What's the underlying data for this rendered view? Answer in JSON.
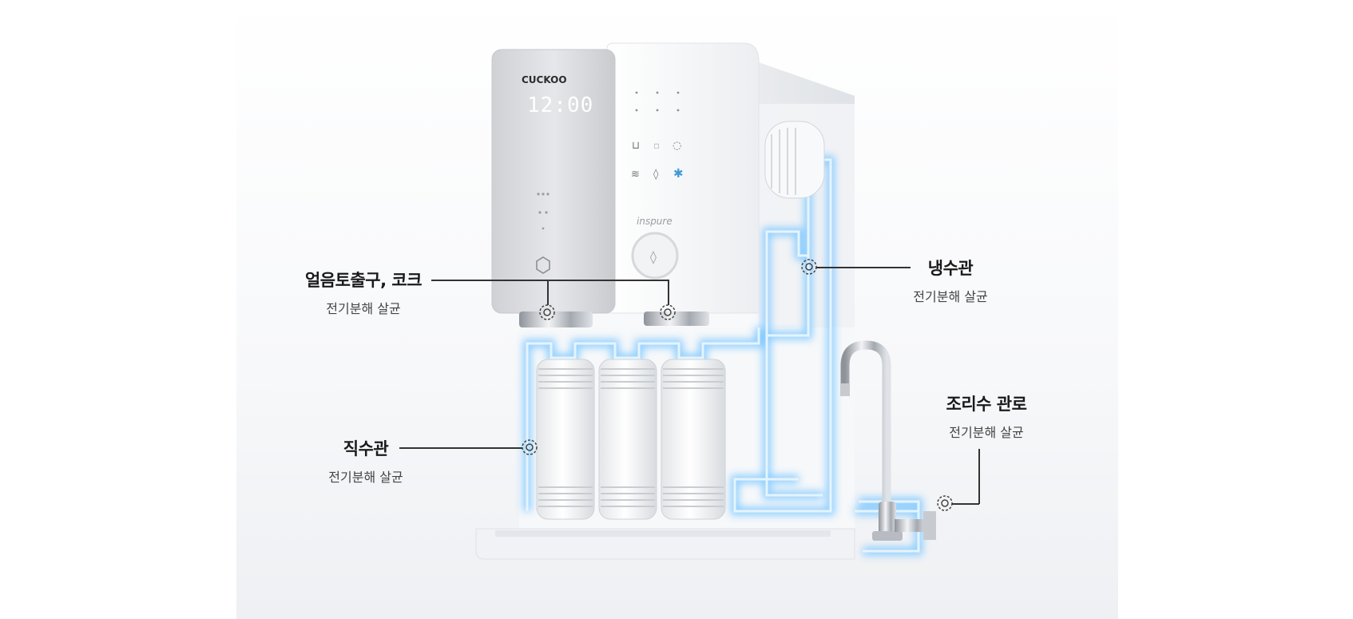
{
  "brand": {
    "logo_text": "CUCKOO",
    "clock": "12:00",
    "product_line": "inspure"
  },
  "callouts": [
    {
      "id": "ice-outlet",
      "title": "얼음토출구, 코크",
      "subtitle": "전기분해 살균"
    },
    {
      "id": "cold-pipe",
      "title": "냉수관",
      "subtitle": "전기분해 살균"
    },
    {
      "id": "direct-pipe",
      "title": "직수관",
      "subtitle": "전기분해 살균"
    },
    {
      "id": "cooking-line",
      "title": "조리수 관로",
      "subtitle": "전기분해 살균"
    }
  ],
  "colors": {
    "glow": "#7fc8ff",
    "glow_core": "#e8f6ff",
    "body": "#f4f5f7",
    "panel": "#d9dadd",
    "chrome": "#b8bcc2",
    "leader": "#333333"
  }
}
